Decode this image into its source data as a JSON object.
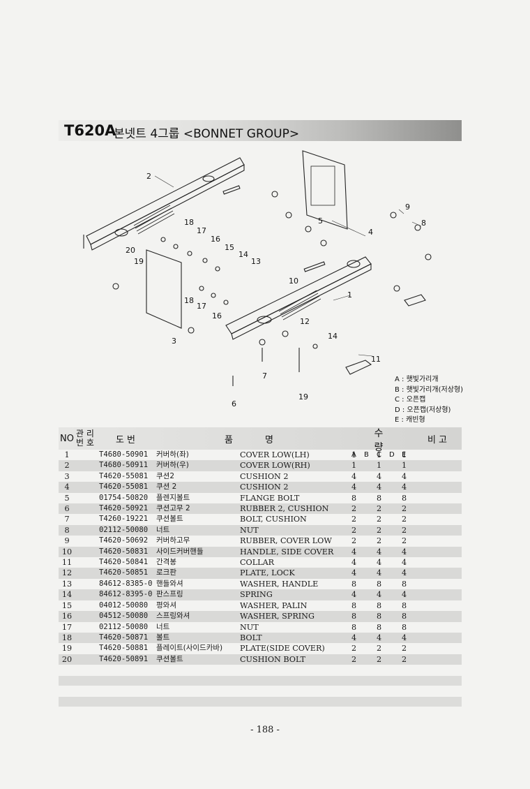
{
  "title": {
    "model": "T620A",
    "text": "본넷트 4그룹 <BONNET GROUP>"
  },
  "callouts": [
    "2",
    "18",
    "17",
    "16",
    "15",
    "14",
    "13",
    "20",
    "19",
    "5",
    "4",
    "9",
    "8",
    "10",
    "1",
    "18",
    "17",
    "16",
    "12",
    "14",
    "11",
    "3",
    "7",
    "6",
    "19"
  ],
  "legend": [
    "A : 햇빛가리개",
    "B : 햇빛가리개(저상형)",
    "C : 오픈캡",
    "D : 오픈캡(저상형)",
    "E : 캐빈형"
  ],
  "table": {
    "headers": {
      "no": "NO",
      "mgmt_top": "관 리",
      "mgmt_bottom": "번 호",
      "drawing": "도   번",
      "item": "품",
      "name": "명",
      "qty": "수 량",
      "qty_cols": [
        "A",
        "B",
        "C",
        "D",
        "E"
      ],
      "remarks": "비  고"
    },
    "rows": [
      {
        "no": "1",
        "part": "T4680-50901",
        "kname": "커버하(좌)",
        "ename": "COVER LOW(LH)",
        "a": "1",
        "c": "1",
        "e": "1"
      },
      {
        "no": "2",
        "part": "T4680-50911",
        "kname": "커버하(우)",
        "ename": "COVER LOW(RH)",
        "a": "1",
        "c": "1",
        "e": "1"
      },
      {
        "no": "3",
        "part": "T4620-55081",
        "kname": "쿠션2",
        "ename": "CUSHION 2",
        "a": "4",
        "c": "4",
        "e": "4"
      },
      {
        "no": "4",
        "part": "T4620-55081",
        "kname": "쿠션 2",
        "ename": "CUSHION 2",
        "a": "4",
        "c": "4",
        "e": "4"
      },
      {
        "no": "5",
        "part": "01754-50820",
        "kname": "플렌지볼트",
        "ename": "FLANGE BOLT",
        "a": "8",
        "c": "8",
        "e": "8"
      },
      {
        "no": "6",
        "part": "T4620-50921",
        "kname": "쿠션고무 2",
        "ename": "RUBBER 2, CUSHION",
        "a": "2",
        "c": "2",
        "e": "2"
      },
      {
        "no": "7",
        "part": "T4260-19221",
        "kname": "쿠션볼트",
        "ename": "BOLT, CUSHION",
        "a": "2",
        "c": "2",
        "e": "2"
      },
      {
        "no": "8",
        "part": "02112-50080",
        "kname": "너트",
        "ename": "NUT",
        "a": "2",
        "c": "2",
        "e": "2"
      },
      {
        "no": "9",
        "part": "T4620-50692",
        "kname": "커버하고무",
        "ename": "RUBBER, COVER LOW",
        "a": "2",
        "c": "2",
        "e": "2"
      },
      {
        "no": "10",
        "part": "T4620-50831",
        "kname": "사이드커버핸들",
        "ename": "HANDLE, SIDE COVER",
        "a": "4",
        "c": "4",
        "e": "4"
      },
      {
        "no": "11",
        "part": "T4620-50841",
        "kname": "간격봉",
        "ename": "COLLAR",
        "a": "4",
        "c": "4",
        "e": "4"
      },
      {
        "no": "12",
        "part": "T4620-50851",
        "kname": "로크판",
        "ename": "PLATE, LOCK",
        "a": "4",
        "c": "4",
        "e": "4"
      },
      {
        "no": "13",
        "part": "84612-8385-0",
        "kname": "핸들와셔",
        "ename": "WASHER, HANDLE",
        "a": "8",
        "c": "8",
        "e": "8"
      },
      {
        "no": "14",
        "part": "84612-8395-0",
        "kname": "판스프링",
        "ename": "SPRING",
        "a": "4",
        "c": "4",
        "e": "4"
      },
      {
        "no": "15",
        "part": "04012-50080",
        "kname": "평와셔",
        "ename": "WASHER, PALIN",
        "a": "8",
        "c": "8",
        "e": "8"
      },
      {
        "no": "16",
        "part": "04512-50080",
        "kname": "스프링와셔",
        "ename": "WASHER, SPRING",
        "a": "8",
        "c": "8",
        "e": "8"
      },
      {
        "no": "17",
        "part": "02112-50080",
        "kname": "너트",
        "ename": "NUT",
        "a": "8",
        "c": "8",
        "e": "8"
      },
      {
        "no": "18",
        "part": "T4620-50871",
        "kname": "볼트",
        "ename": "BOLT",
        "a": "4",
        "c": "4",
        "e": "4"
      },
      {
        "no": "19",
        "part": "T4620-50881",
        "kname": "플레이트(사이드카바)",
        "ename": "PLATE(SIDE COVER)",
        "a": "2",
        "c": "2",
        "e": "2"
      },
      {
        "no": "20",
        "part": "T4620-50891",
        "kname": "쿠션볼트",
        "ename": "CUSHION BOLT",
        "a": "2",
        "c": "2",
        "e": "2"
      }
    ]
  },
  "page_number": "- 188 -"
}
